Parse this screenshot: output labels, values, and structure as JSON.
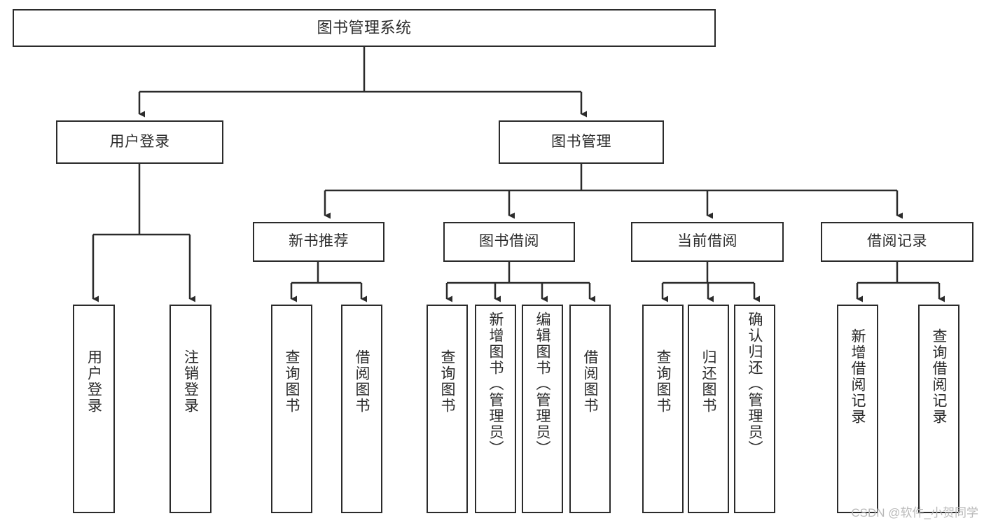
{
  "diagram": {
    "title": "图书管理系统",
    "watermark": "CSDN @软件_小贺同学",
    "line_color": "#2b2b2b",
    "box_fill": "#ffffff",
    "text_color": "#2b2b2b",
    "watermark_color": "#b9b9b9",
    "root": {
      "label": "图书管理系统"
    },
    "level1": [
      {
        "label": "用户登录"
      },
      {
        "label": "图书管理"
      }
    ],
    "level2": [
      {
        "label": "新书推荐"
      },
      {
        "label": "图书借阅"
      },
      {
        "label": "当前借阅"
      },
      {
        "label": "借阅记录"
      }
    ],
    "leaves": {
      "user_login": [
        {
          "label": "用户登录"
        },
        {
          "label": "注销登录"
        }
      ],
      "new_book_recommend": [
        {
          "label": "查询图书"
        },
        {
          "label": "借阅图书"
        }
      ],
      "book_borrow": [
        {
          "label": "查询图书"
        },
        {
          "label": "新增图书（管理员）"
        },
        {
          "label": "编辑图书（管理员）"
        },
        {
          "label": "借阅图书"
        }
      ],
      "current_borrow": [
        {
          "label": "查询图书"
        },
        {
          "label": "归还图书"
        },
        {
          "label": "确认归还（管理员）"
        }
      ],
      "borrow_records": [
        {
          "label": "新增借阅记录"
        },
        {
          "label": "查询借阅记录"
        }
      ]
    }
  }
}
